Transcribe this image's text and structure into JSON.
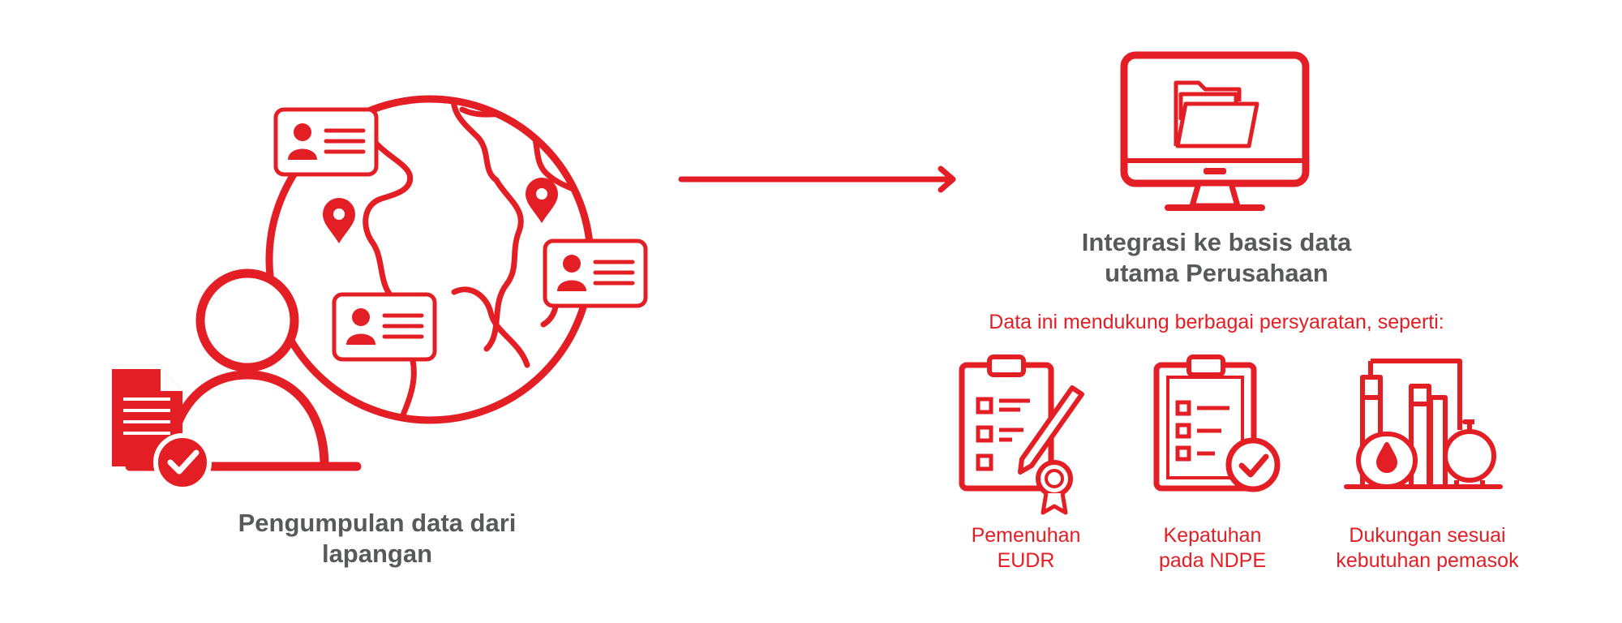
{
  "colors": {
    "accent": "#e31e24",
    "text_dark": "#58595b",
    "background": "#ffffff"
  },
  "left": {
    "caption_line1": "Pengumpulan data dari",
    "caption_line2": "lapangan",
    "icons": [
      "globe-icon",
      "person-icon",
      "document-check-icon",
      "id-card-icon",
      "location-pin-icon"
    ]
  },
  "flow_arrow": "arrow-right-icon",
  "right": {
    "title_line1": "Integrasi ke basis data",
    "title_line2": "utama Perusahaan",
    "subtitle": "Data ini mendukung berbagai persyaratan, seperti:",
    "monitor_icon": "monitor-folder-icon",
    "requirements": [
      {
        "icon": "clipboard-pencil-icon",
        "line1": "Pemenuhan",
        "line2": "EUDR"
      },
      {
        "icon": "clipboard-check-icon",
        "line1": "Kepatuhan",
        "line2": "pada NDPE"
      },
      {
        "icon": "factory-icon",
        "line1": "Dukungan sesuai",
        "line2": "kebutuhan pemasok"
      }
    ]
  }
}
